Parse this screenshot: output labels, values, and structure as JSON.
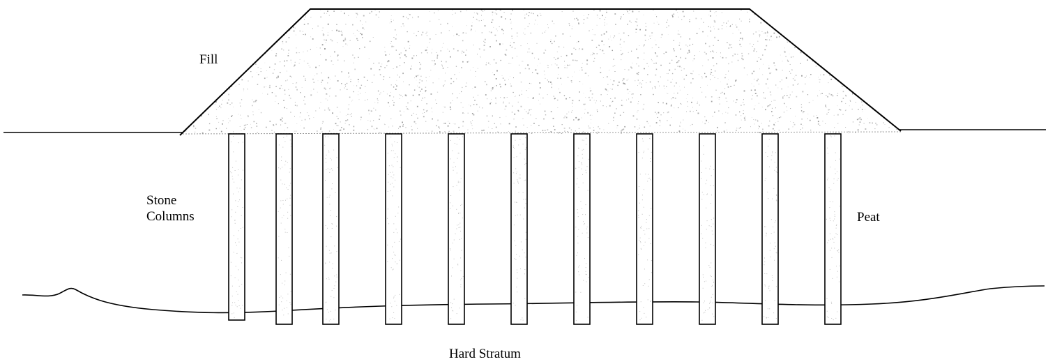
{
  "labels": {
    "fill": "Fill",
    "stone_columns_line1": "Stone",
    "stone_columns_line2": "Columns",
    "peat": "Peat",
    "hard_stratum": "Hard Stratum"
  },
  "colors": {
    "line": "#000000",
    "fill_speckle": "#8a8a8a",
    "column_speckle": "#9a9a9a",
    "background": "#ffffff"
  },
  "column_count": 11
}
